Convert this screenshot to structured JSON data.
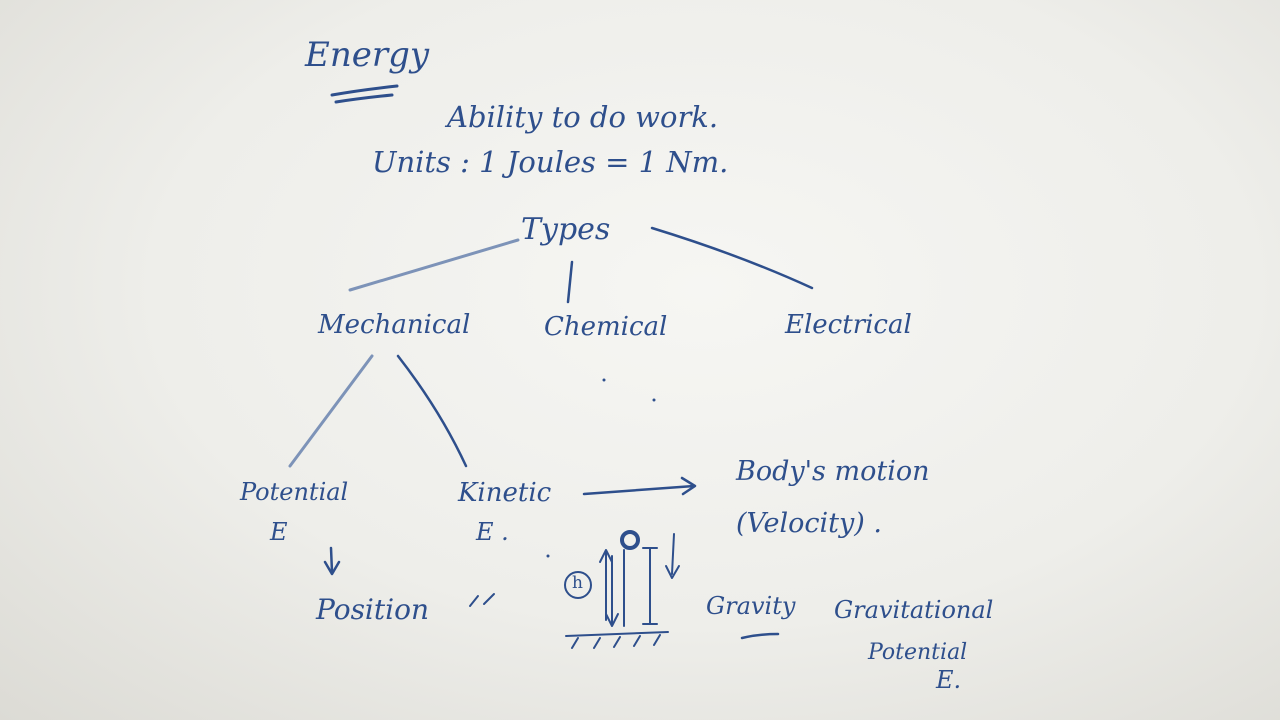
{
  "board": {
    "title": "Energy",
    "definition": "Ability to do work.",
    "units": "Units :  1 Joules = 1 Nm.",
    "types_label": "Types",
    "types": {
      "mechanical": "Mechanical",
      "chemical": "Chemical",
      "electrical": "Electrical"
    },
    "mechanical_subtypes": {
      "potential": "Potential",
      "potential_e": "E",
      "kinetic": "Kinetic",
      "kinetic_e": "E ."
    },
    "kinetic_note_line1": "Body's motion",
    "kinetic_note_line2": "(Velocity) .",
    "potential_note": "Position",
    "height_label": "h",
    "gravity_label": "Gravity",
    "gravitational_line1": "Gravitational",
    "gravitational_line2": "Potential",
    "gravitational_line3": "E."
  },
  "colors": {
    "ink": "#2e4f8c",
    "ink_faded": "#7d93b8",
    "board": "#f3f3f0"
  }
}
